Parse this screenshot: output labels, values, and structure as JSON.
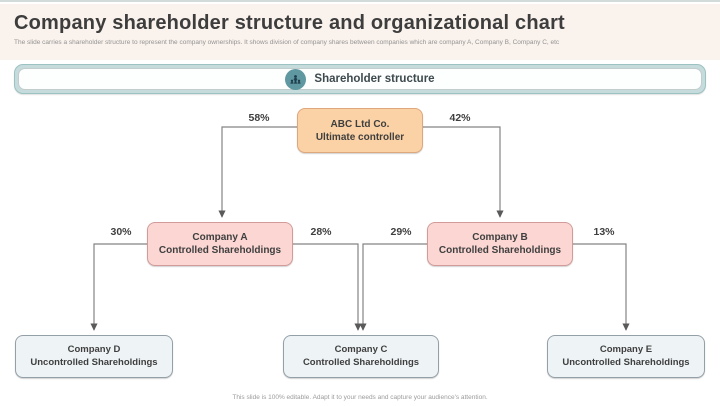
{
  "slide": {
    "title": "Company shareholder structure and organizational chart",
    "subtitle": "The slide carries a shareholder structure to represent the company ownerships. It shows division of company shares between companies which are company A, Company B, Company C, etc",
    "footer": "This slide is 100% editable. Adapt it to your needs and capture your audience's attention."
  },
  "banner": {
    "label": "Shareholder structure",
    "icon": "people-group-icon"
  },
  "chart_data": {
    "type": "org-chart",
    "nodes": [
      {
        "id": "root",
        "line1": "ABC Ltd Co.",
        "line2": "Ultimate controller",
        "style": "orange"
      },
      {
        "id": "companyA",
        "line1": "Company A",
        "line2": "Controlled Shareholdings",
        "style": "pink"
      },
      {
        "id": "companyB",
        "line1": "Company B",
        "line2": "Controlled Shareholdings",
        "style": "pink"
      },
      {
        "id": "companyD",
        "line1": "Company D",
        "line2": "Uncontrolled Shareholdings",
        "style": "leaf"
      },
      {
        "id": "companyC",
        "line1": "Company C",
        "line2": "Controlled Shareholdings",
        "style": "leaf"
      },
      {
        "id": "companyE",
        "line1": "Company E",
        "line2": "Uncontrolled Shareholdings",
        "style": "leaf"
      }
    ],
    "edges": [
      {
        "from": "root",
        "to": "companyA",
        "label": "58%"
      },
      {
        "from": "root",
        "to": "companyB",
        "label": "42%"
      },
      {
        "from": "companyA",
        "to": "companyD",
        "label": "30%"
      },
      {
        "from": "companyA",
        "to": "companyC",
        "label": "28%"
      },
      {
        "from": "companyB",
        "to": "companyC",
        "label": "29%"
      },
      {
        "from": "companyB",
        "to": "companyE",
        "label": "13%"
      }
    ]
  },
  "colors": {
    "header_bg": "#faf2ec",
    "banner_fill": "#c6dcdc",
    "banner_icon_circle": "#5f98a1",
    "root_fill": "#fbd2a5",
    "root_border": "#dfa77c",
    "mid_fill": "#fbd6d2",
    "mid_border": "#d29b99",
    "leaf_fill": "#eef3f5",
    "leaf_border": "#94a0a8",
    "connector": "#848484",
    "text_dark": "#3f3f3f"
  }
}
